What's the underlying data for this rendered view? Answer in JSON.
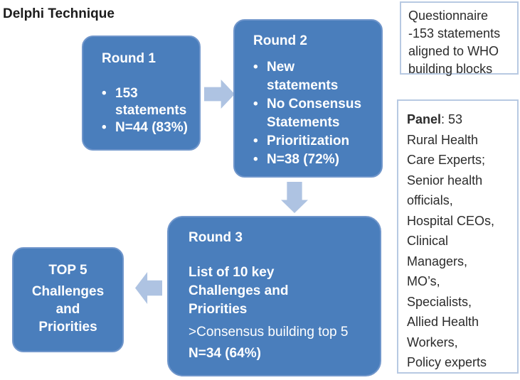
{
  "title": "Delphi Technique",
  "colors": {
    "box_fill": "#4a7ebc",
    "box_border": "#7096cb",
    "arrow_fill": "#aec3e2",
    "note_border": "#b7c9e2",
    "box_text": "#ffffff",
    "note_text": "#2b2b2b"
  },
  "flow": {
    "round1": {
      "heading": "Round 1",
      "bullets": [
        "153\nstatements",
        "N=44 (83%)"
      ]
    },
    "round2": {
      "heading": "Round 2",
      "bullets": [
        "New\nstatements",
        "No Consensus\nStatements",
        "Prioritization",
        "N=38 (72%)"
      ]
    },
    "round3": {
      "heading": "Round 3",
      "body_bold": "List of 10 key\nChallenges and\nPriorities",
      "body_regular": ">Consensus building top 5",
      "stat": "N=34 (64%)"
    },
    "top5": {
      "heading": "TOP 5",
      "body": "Challenges\nand\nPriorities"
    }
  },
  "arrows": [
    {
      "name": "round1-to-round2",
      "direction": "right"
    },
    {
      "name": "round2-to-round3",
      "direction": "down"
    },
    {
      "name": "round3-to-top5",
      "direction": "left"
    }
  ],
  "notes": {
    "questionnaire": {
      "text": "Questionnaire\n-153 statements\naligned to WHO\nbuilding blocks"
    },
    "panel": {
      "label": "Panel",
      "text": ": 53\nRural Health\nCare Experts;\nSenior health\nofficials,\nHospital CEOs,\nClinical\nManagers,\nMO’s,\nSpecialists,\nAllied Health\nWorkers,\nPolicy experts"
    }
  }
}
